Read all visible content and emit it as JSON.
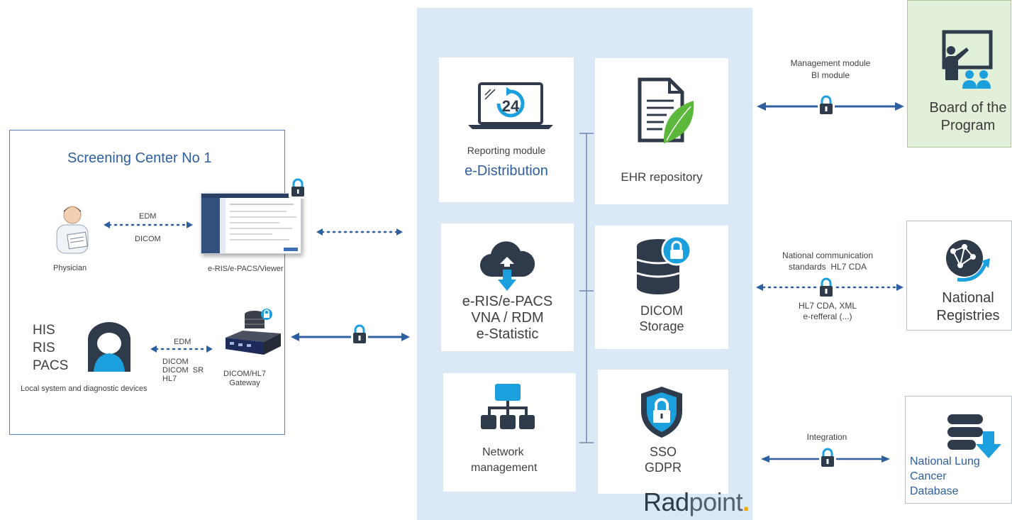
{
  "screening_center": {
    "title": "Screening Center No 1",
    "physician_label": "Physician",
    "link1_top": "EDM",
    "link1_bottom": "DICOM",
    "viewer_label": "e-RIS/e-PACS/Viewer",
    "local_systems": [
      "HIS",
      "RIS",
      "PACS"
    ],
    "local_caption": "Local system and diagnostic devices",
    "link2_top": "EDM",
    "link2_lines": [
      "DICOM",
      "DICOM  SR",
      "HL7"
    ],
    "gateway_label": [
      "DICOM/HL7",
      "Gateway"
    ]
  },
  "platform": {
    "reporting": {
      "label": "Reporting module",
      "sub": "e-Distribution",
      "badge": "24"
    },
    "ehr": {
      "label": "EHR repository"
    },
    "cloud": {
      "lines": [
        "e-RIS/e-PACS",
        "VNA / RDM",
        "e-Statistic"
      ]
    },
    "dicom_storage": {
      "lines": [
        "DICOM",
        "Storage"
      ]
    },
    "network": {
      "lines": [
        "Network",
        "management"
      ]
    },
    "sso": {
      "lines": [
        "SSO",
        "GDPR"
      ]
    },
    "brand": {
      "strong": "Rad",
      "light": "point",
      "dot": "."
    }
  },
  "right": {
    "board": {
      "caption": [
        "Management module",
        "BI module"
      ],
      "lines": [
        "Board of the",
        "Program"
      ]
    },
    "registries": {
      "caption_top": [
        "National communication",
        "standards  HL7 CDA"
      ],
      "caption_bottom": [
        "HL7 CDA, XML",
        "e-refferal (...)"
      ],
      "lines": [
        "National",
        "Registries"
      ]
    },
    "lung": {
      "caption": "Integration",
      "lines": [
        "National Lung",
        "Cancer",
        "Database"
      ]
    }
  },
  "colors": {
    "accent": "#2e5fa0",
    "panel": "#dbe8f5",
    "icon_dark": "#2f3a4b",
    "icon_blue": "#1ca0dd",
    "board_bg": "#e2efd9"
  }
}
